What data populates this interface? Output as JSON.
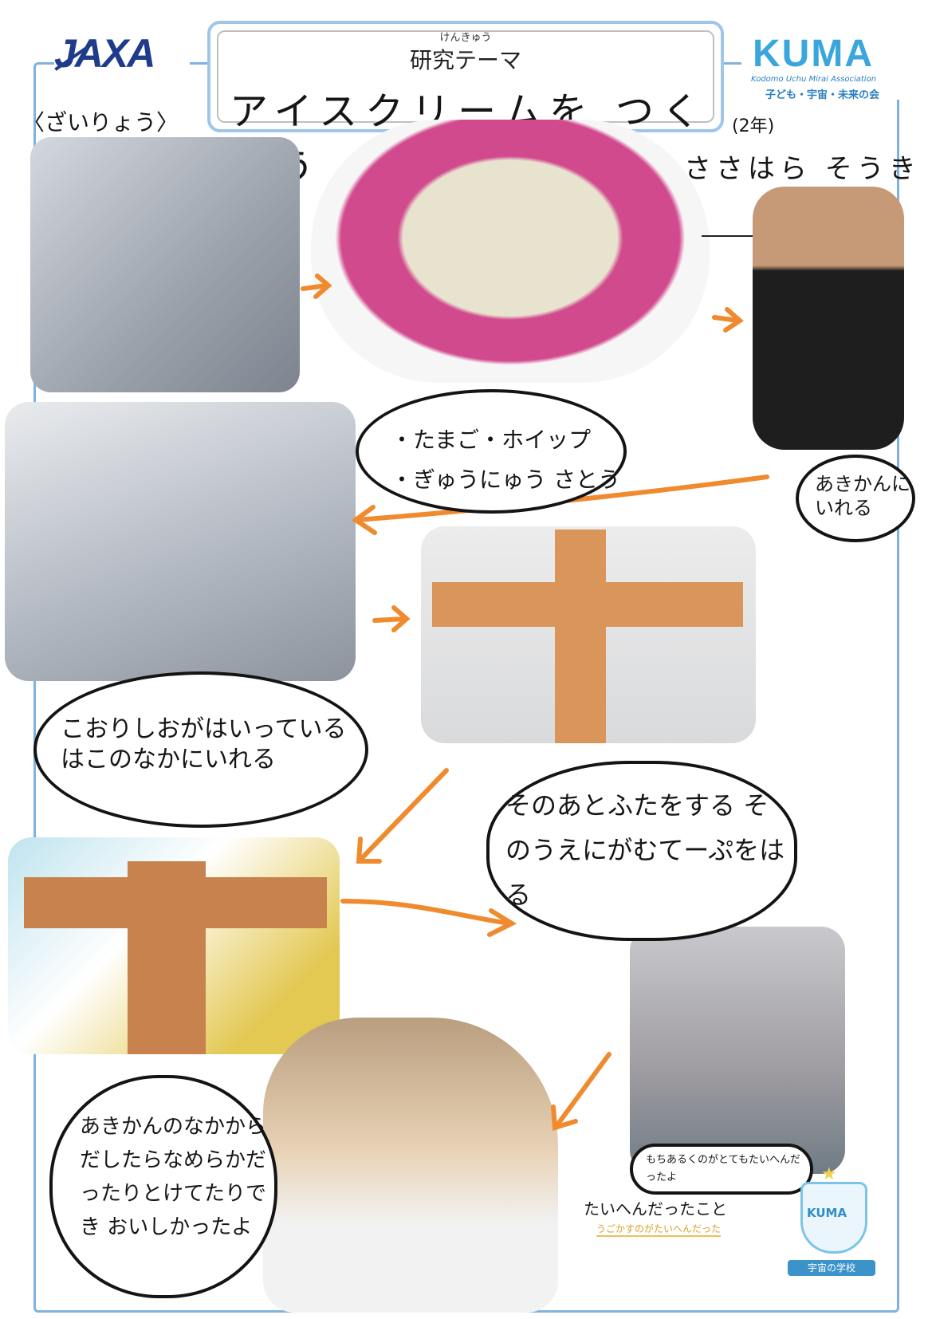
{
  "header": {
    "jaxa_logo_text": "JAXA",
    "theme_ruby": "けんきゅう",
    "theme_label": "研究テーマ",
    "theme_title": "アイスクリームを つくろう",
    "kuma_logo_text": "KUMA",
    "kuma_en": "Kodomo Uchu Mirai Association",
    "kuma_jp": "子ども・宇宙・未来の会"
  },
  "materials_label": "〈ざいりょう〉",
  "author": {
    "grade": "(2年)",
    "name": "ささはら そうき"
  },
  "bubbles": {
    "ingredients_line1": "・たまご・ホイップ",
    "ingredients_line2": "・ぎゅうにゅう さとう",
    "into_can": "あきかんにいれる",
    "into_box": "こおりしおがはいっているはこのなかにいれる",
    "lid_tape": "そのあとふたをする そのうえにがむてーぷをはる",
    "result": "あきかんのなかからだしたらなめらかだったりとけてたりでき おいしかったよ",
    "photo_caption": "もちあるくのがとてもたいへんだったよ"
  },
  "hard_label": "たいへんだったこと",
  "hard_sub": "うごかすのがたいへんだった",
  "emblem": {
    "name": "KUMA",
    "ribbon": "宇宙の学校"
  },
  "icons": {
    "arrow_color": "#f08a2e",
    "frame_color": "#7fb2e0"
  }
}
